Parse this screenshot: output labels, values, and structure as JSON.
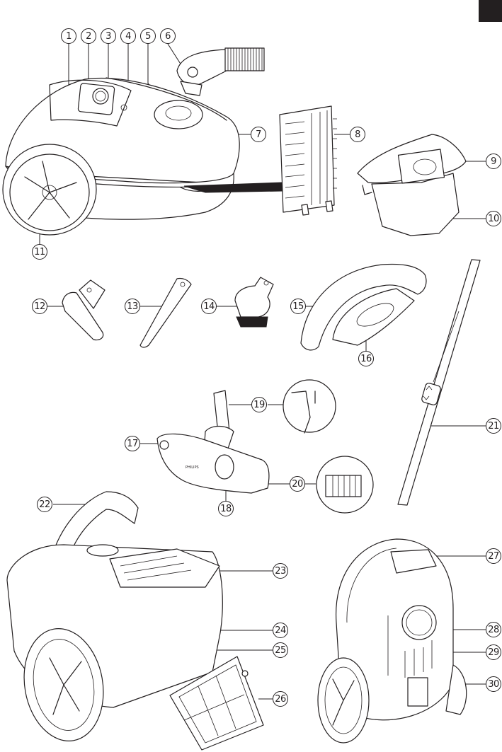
{
  "page": {
    "section_tab_color": "#231f20",
    "line_color": "#231f20"
  },
  "diagram": {
    "type": "product parts overview",
    "callouts": [
      {
        "id": "1",
        "label": "1"
      },
      {
        "id": "2",
        "label": "2"
      },
      {
        "id": "3",
        "label": "3"
      },
      {
        "id": "4",
        "label": "4"
      },
      {
        "id": "5",
        "label": "5"
      },
      {
        "id": "6",
        "label": "6"
      },
      {
        "id": "7",
        "label": "7"
      },
      {
        "id": "8",
        "label": "8"
      },
      {
        "id": "9",
        "label": "9"
      },
      {
        "id": "10",
        "label": "10"
      },
      {
        "id": "11",
        "label": "11"
      },
      {
        "id": "12",
        "label": "12"
      },
      {
        "id": "13",
        "label": "13"
      },
      {
        "id": "14",
        "label": "14"
      },
      {
        "id": "15",
        "label": "15"
      },
      {
        "id": "16",
        "label": "16"
      },
      {
        "id": "17",
        "label": "17"
      },
      {
        "id": "18",
        "label": "18"
      },
      {
        "id": "19",
        "label": "19"
      },
      {
        "id": "20",
        "label": "20"
      },
      {
        "id": "21",
        "label": "21"
      },
      {
        "id": "22",
        "label": "22"
      },
      {
        "id": "23",
        "label": "23"
      },
      {
        "id": "24",
        "label": "24"
      },
      {
        "id": "25",
        "label": "25"
      },
      {
        "id": "26",
        "label": "26"
      },
      {
        "id": "27",
        "label": "27"
      },
      {
        "id": "28",
        "label": "28"
      },
      {
        "id": "29",
        "label": "29"
      },
      {
        "id": "30",
        "label": "30"
      }
    ],
    "nozzle_brand_text": "PHILIPS"
  }
}
